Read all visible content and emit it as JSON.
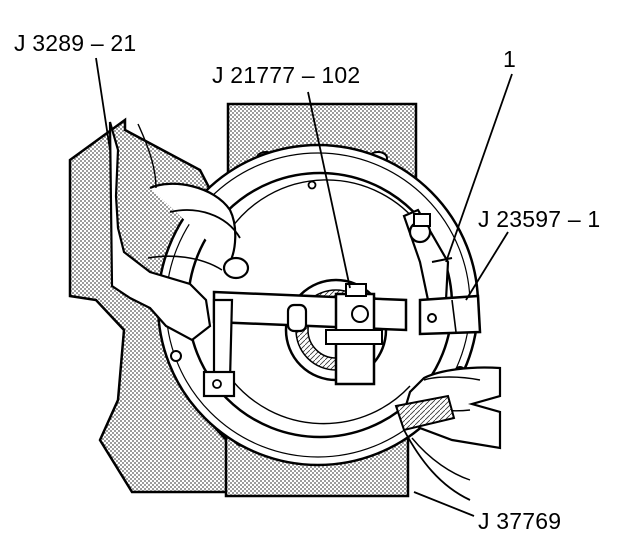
{
  "diagram": {
    "callouts": [
      {
        "id": "tool-a",
        "text": "J 3289 – 21"
      },
      {
        "id": "tool-b",
        "text": "J 21777 – 102"
      },
      {
        "id": "part-1",
        "text": "1"
      },
      {
        "id": "tool-c",
        "text": "J 23597 – 1"
      },
      {
        "id": "tool-d",
        "text": "J 37769"
      }
    ]
  },
  "colors": {
    "ink": "#000000",
    "paper": "#ffffff",
    "stipple": "#b8b8b8"
  }
}
